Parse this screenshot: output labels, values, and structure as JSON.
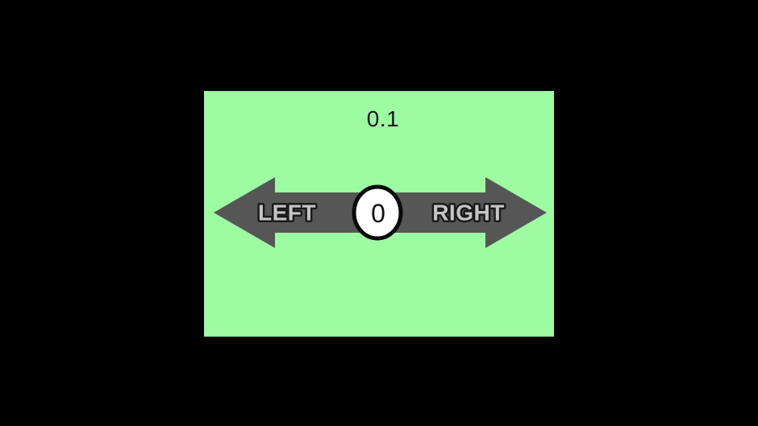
{
  "colors": {
    "page_background": "#000000",
    "stage_background": "#9DFBA2",
    "arrow_fill": "#565656",
    "label_fill": "#C5C5C5",
    "label_outline": "#1A1A1A",
    "counter_fill": "#FFFFFF",
    "counter_border": "#0A0A0A",
    "value_text": "#1A1A1A"
  },
  "stage": {
    "value_display": "0.1",
    "left_button_label": "LEFT",
    "right_button_label": "RIGHT",
    "counter_value": "0"
  }
}
